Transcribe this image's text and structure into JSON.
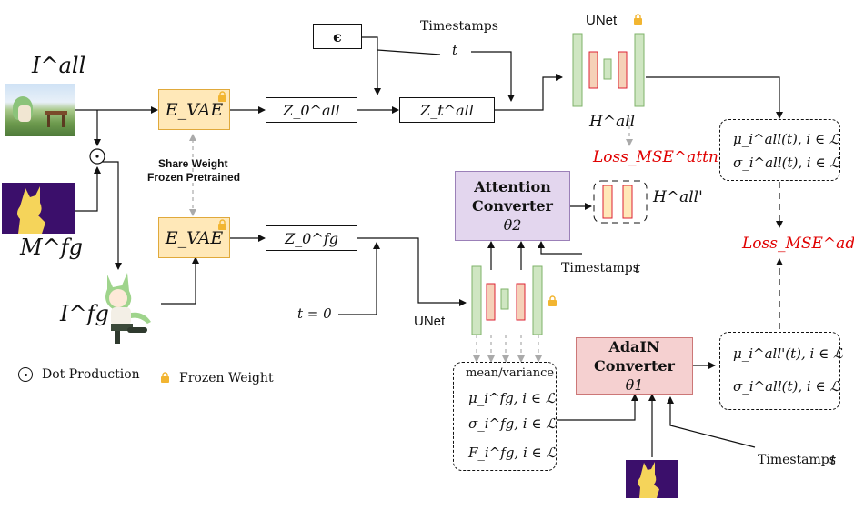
{
  "colors": {
    "vae_fill": "#ffe8b8",
    "vae_border": "#e0a93b",
    "unet_green": "#cfe6c2",
    "unet_red": "#f5d1b8",
    "attention_fill": "#e3d6ee",
    "adain_fill": "#f5d0d0",
    "loss_red": "#e00000",
    "lock_gold": "#f2b531",
    "mask_purple": "#3b0f6b",
    "mask_yellow": "#f5d45a"
  },
  "top_branch": {
    "image_label": "I^all",
    "vae_label": "E_VAE",
    "latent_label": "Z_0^all",
    "noisy_latent_label": "Z_t^all",
    "noise_label": "ϵ",
    "timestamps_label": "Timestamps",
    "t_label": "t",
    "unet_label": "UNet",
    "features_label": "H^all",
    "loss_attn": "Loss_MSE^attn"
  },
  "middle": {
    "share_weight_line1": "Share Weight",
    "share_weight_line2": "Frozen Pretrained",
    "mask_label": "M^fg",
    "dot_symbol": "⊙"
  },
  "bottom_branch": {
    "image_label": "I^fg",
    "vae_label": "E_VAE",
    "latent_label": "Z_0^fg",
    "t_zero_label": "t = 0",
    "unet_label": "UNet",
    "attention_converter": {
      "line1": "Attention",
      "line2": "Converter",
      "param": "θ2"
    },
    "attention_timestamps": "Timestamps",
    "attention_t": "t",
    "features_prime_label": "H^all'",
    "adain_converter": {
      "line1": "AdaIN",
      "line2": "Converter",
      "param": "θ1"
    },
    "adain_timestamps": "Timestamps",
    "adain_t": "t"
  },
  "stats_fg": {
    "title": "mean/variance",
    "mu": "μ_i^fg, i ∈ ℒ",
    "sigma": "σ_i^fg, i ∈ ℒ",
    "F": "F_i^fg, i ∈ ℒ"
  },
  "stats_all": {
    "mu": "μ_i^all(t), i ∈ ℒ",
    "sigma": "σ_i^all(t), i ∈ ℒ"
  },
  "stats_pred": {
    "mu": "μ_i^all'(t), i ∈ ℒ",
    "sigma": "σ_i^all(t), i ∈ ℒ"
  },
  "loss_adain": "Loss_MSE^adaIN",
  "legend": {
    "dot_symbol": "⊙",
    "dot_text": "Dot Production",
    "lock_text": "Frozen Weight"
  }
}
